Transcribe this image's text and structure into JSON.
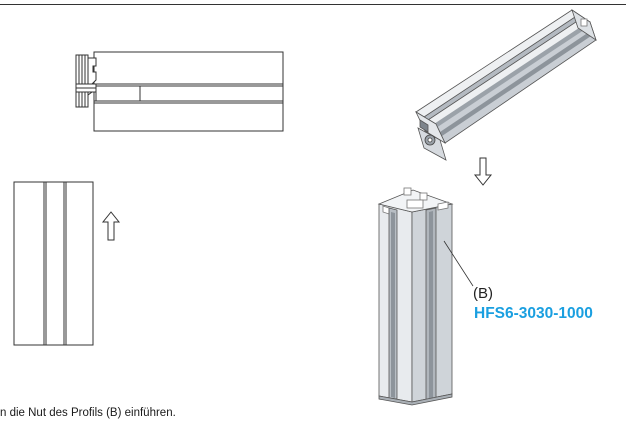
{
  "labels": {
    "part_ref": "(B)",
    "part_number": "HFS6-3030-1000",
    "caption": "n die Nut des Profils (B) einführen."
  },
  "colors": {
    "part_number": "#1a9fe0",
    "line": "#333333",
    "profile_light": "#eef0f2",
    "profile_mid": "#c9ced4",
    "profile_dark": "#8d949b"
  },
  "icons": {
    "arrow_up": "hollow-up-arrow",
    "arrow_down": "hollow-down-arrow"
  }
}
